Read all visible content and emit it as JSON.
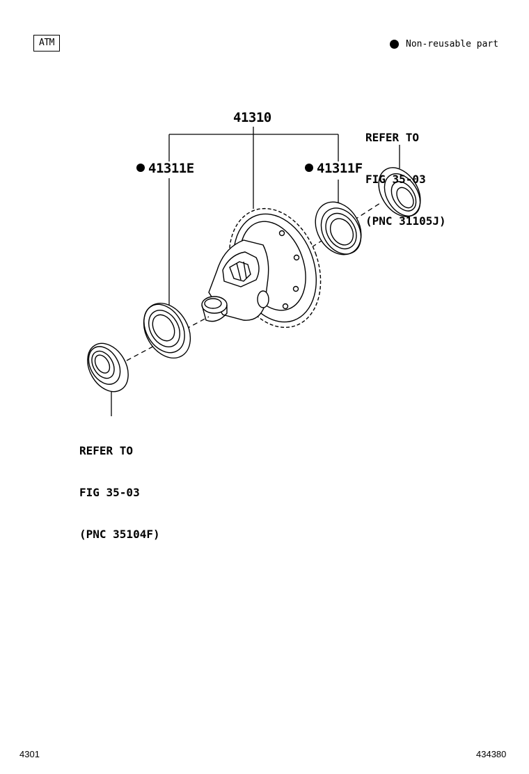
{
  "header": {
    "badge": "ATM",
    "legend_text": "Non-reusable part"
  },
  "callouts": {
    "assembly": "41310",
    "left_bearing": "41311E",
    "right_bearing": "41311F"
  },
  "refs": {
    "top_right": [
      "REFER TO",
      "FIG 35-03",
      "(PNC 31105J)"
    ],
    "bottom_left": [
      "REFER TO",
      "FIG 35-03",
      "(PNC 35104F)"
    ]
  },
  "footer": {
    "left": "4301",
    "right": "434380"
  }
}
